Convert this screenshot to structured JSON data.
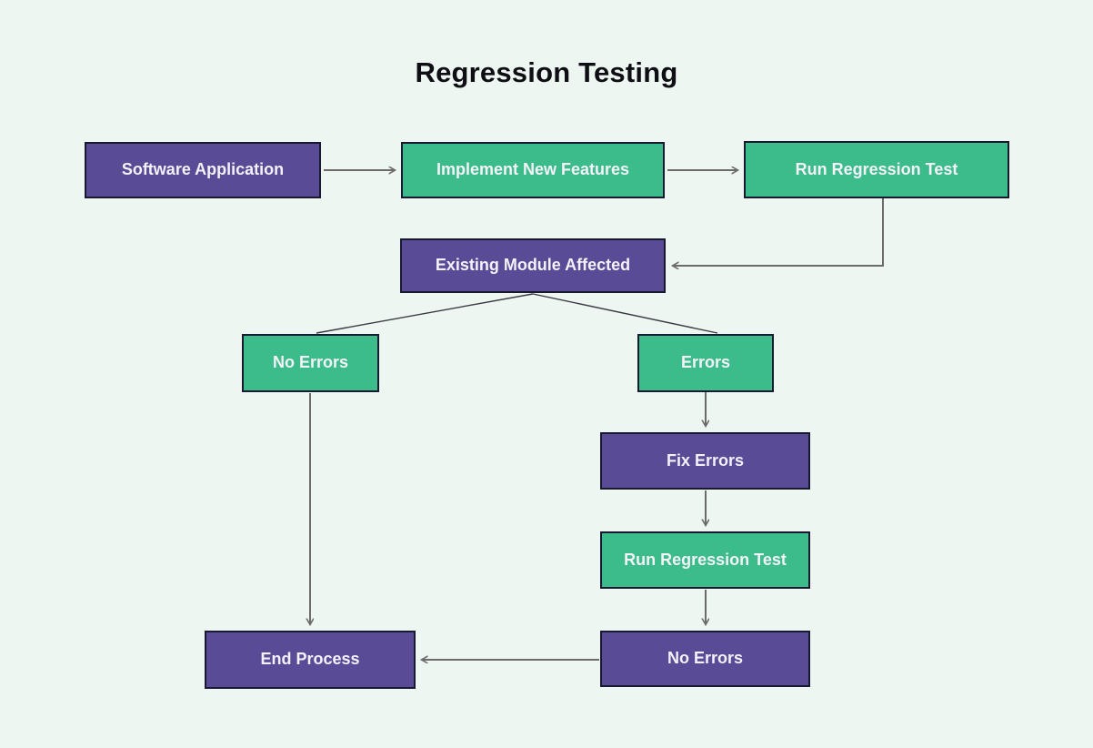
{
  "title": "Regression Testing",
  "colors": {
    "background": "#eef6f1",
    "node_purple": "#5a4b96",
    "node_green": "#3cbc8a",
    "node_border": "#181830",
    "node_text": "#f4f2f9",
    "edge_line": "#6b6b6b",
    "branch_line": "#3a3a42",
    "title_text": "#0e0e14"
  },
  "nodes": [
    {
      "id": "software-application",
      "label": "Software Application",
      "color": "purple"
    },
    {
      "id": "implement-new-features",
      "label": "Implement New Features",
      "color": "green"
    },
    {
      "id": "run-regression-test-1",
      "label": "Run Regression Test",
      "color": "green"
    },
    {
      "id": "existing-module-affected",
      "label": "Existing Module Affected",
      "color": "purple"
    },
    {
      "id": "no-errors-branch",
      "label": "No Errors",
      "color": "green"
    },
    {
      "id": "errors",
      "label": "Errors",
      "color": "green"
    },
    {
      "id": "fix-errors",
      "label": "Fix Errors",
      "color": "purple"
    },
    {
      "id": "run-regression-test-2",
      "label": "Run Regression Test",
      "color": "green"
    },
    {
      "id": "no-errors-final",
      "label": "No Errors",
      "color": "purple"
    },
    {
      "id": "end-process",
      "label": "End Process",
      "color": "purple"
    }
  ],
  "edges": [
    {
      "from": "software-application",
      "to": "implement-new-features",
      "arrow": true
    },
    {
      "from": "implement-new-features",
      "to": "run-regression-test-1",
      "arrow": true
    },
    {
      "from": "run-regression-test-1",
      "to": "existing-module-affected",
      "arrow": true
    },
    {
      "from": "existing-module-affected",
      "to": "no-errors-branch",
      "arrow": false
    },
    {
      "from": "existing-module-affected",
      "to": "errors",
      "arrow": false
    },
    {
      "from": "errors",
      "to": "fix-errors",
      "arrow": true
    },
    {
      "from": "fix-errors",
      "to": "run-regression-test-2",
      "arrow": true
    },
    {
      "from": "run-regression-test-2",
      "to": "no-errors-final",
      "arrow": true
    },
    {
      "from": "run-regression-test-1",
      "to": "existing-module-affected",
      "arrow": true
    },
    {
      "from": "no-errors-branch",
      "to": "end-process",
      "arrow": true
    },
    {
      "from": "no-errors-final",
      "to": "end-process",
      "arrow": true
    }
  ]
}
